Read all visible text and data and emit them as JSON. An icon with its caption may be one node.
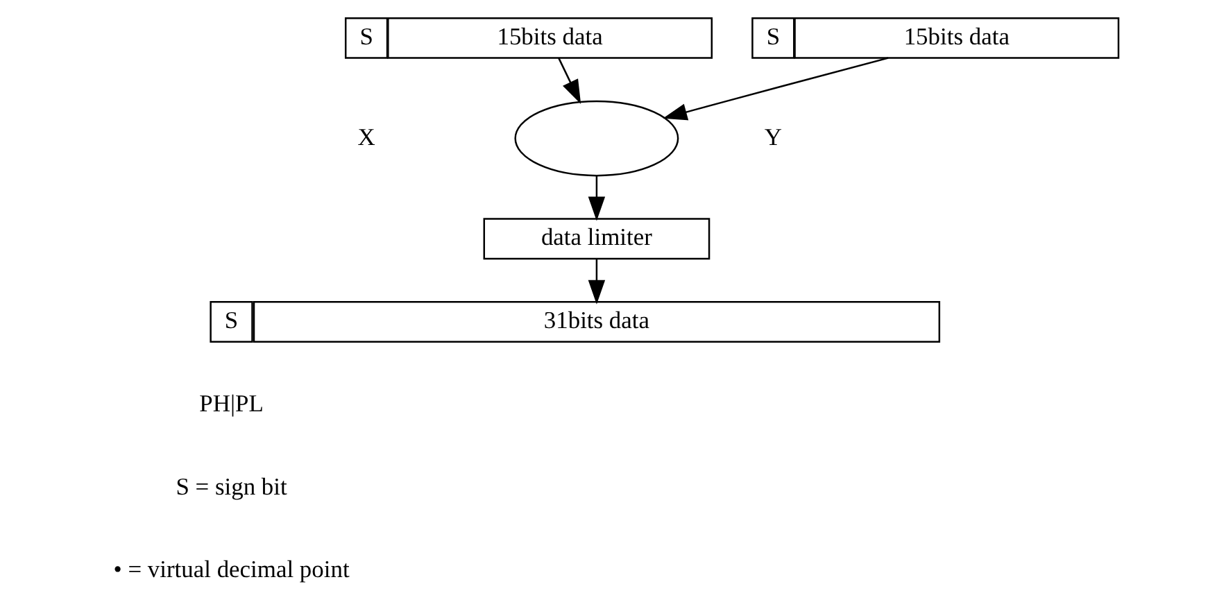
{
  "diagram": {
    "nodes": [
      {
        "text": [
          "S"
        ]
      },
      {
        "text": [
          "15bits data"
        ]
      },
      {
        "text": [
          "S"
        ]
      },
      {
        "text": [
          "15bits data"
        ]
      },
      {
        "text": [],
        "shape": "ellipse"
      },
      {
        "text": [
          "data limiter"
        ]
      },
      {
        "text": [
          "S"
        ]
      },
      {
        "text": [
          "31bits data"
        ]
      }
    ],
    "edges": [
      {
        "from": 1,
        "to": 4,
        "arrow": "to"
      },
      {
        "from": 3,
        "to": 4,
        "arrow": "to"
      },
      {
        "from": 4,
        "to": 5,
        "arrow": "to"
      },
      {
        "from": 5,
        "to": 7,
        "arrow": "to"
      }
    ],
    "labels": [
      "X",
      "Y",
      "PH|PL",
      "S = sign bit",
      "• = virtual decimal point"
    ]
  }
}
